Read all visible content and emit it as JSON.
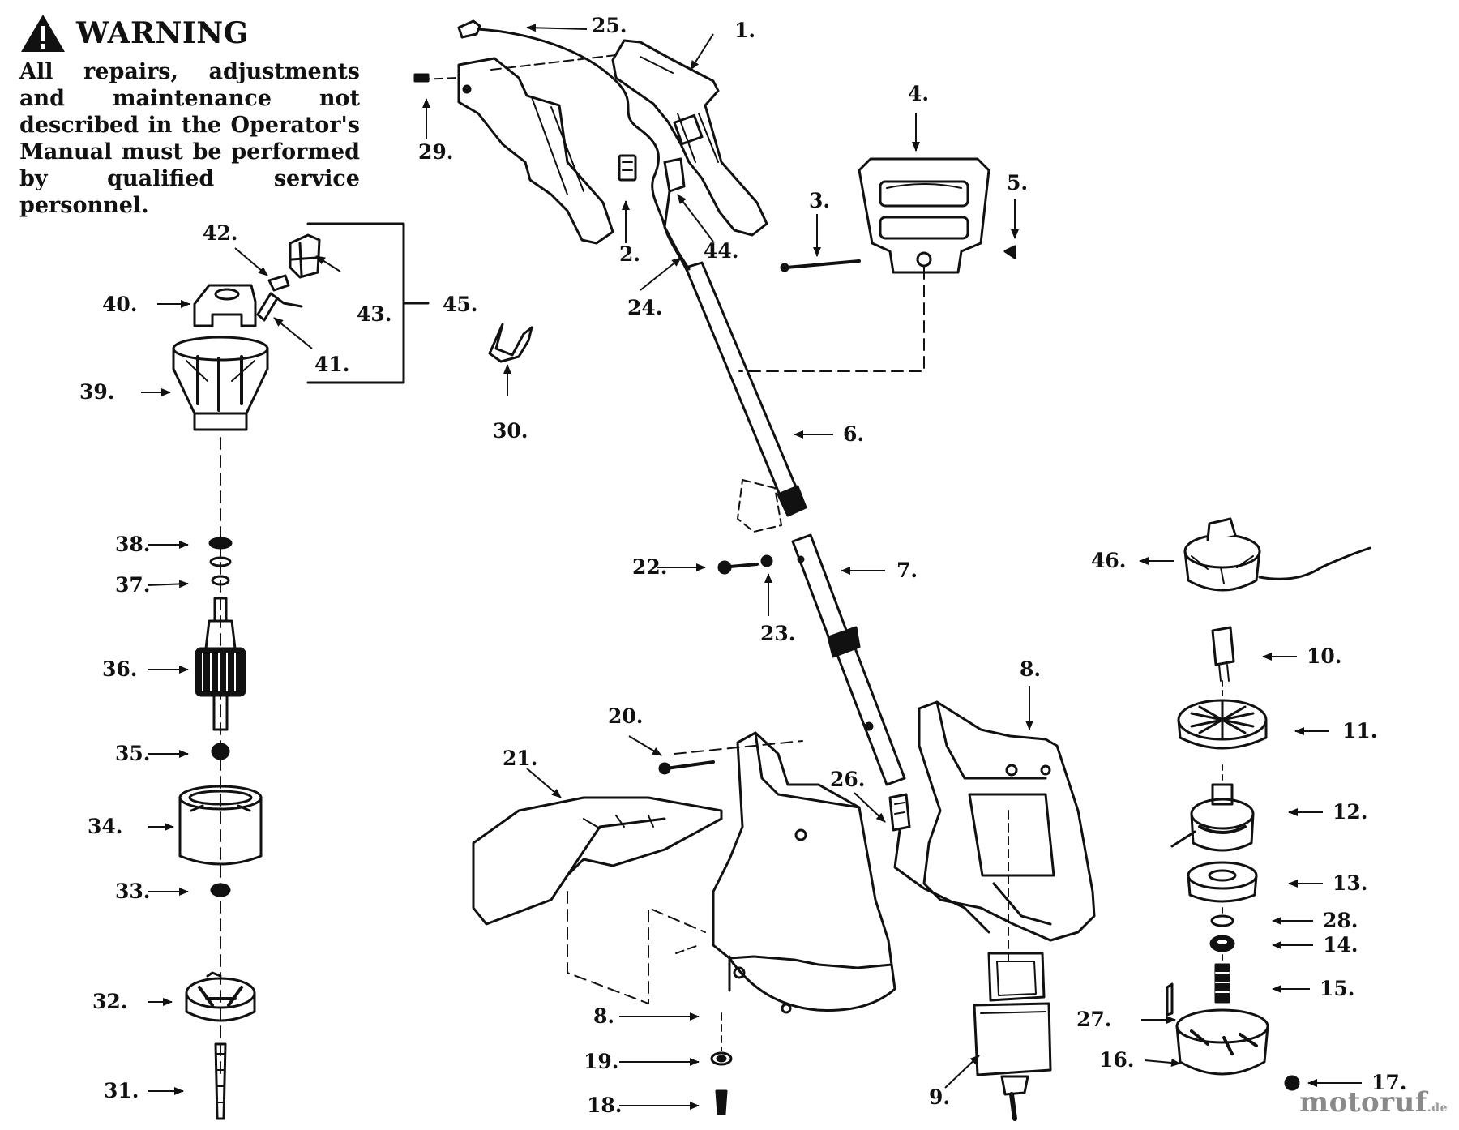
{
  "warning": {
    "title": "WARNING",
    "text": "All repairs, adjustments and maintenance not described in the Operator's Manual must be performed by qualified service personnel."
  },
  "watermark": {
    "main": "motoruf",
    "suffix": ".de"
  },
  "labels": {
    "p1": "1.",
    "p2": "2.",
    "p3": "3.",
    "p4": "4.",
    "p5": "5.",
    "p6": "6.",
    "p7": "7.",
    "p8a": "8.",
    "p8b": "8.",
    "p9": "9.",
    "p10": "10.",
    "p11": "11.",
    "p12": "12.",
    "p13": "13.",
    "p14": "14.",
    "p15": "15.",
    "p16": "16.",
    "p17": "17.",
    "p18": "18.",
    "p19": "19.",
    "p20": "20.",
    "p21": "21.",
    "p22": "22.",
    "p23": "23.",
    "p24": "24.",
    "p25": "25.",
    "p26": "26.",
    "p27": "27.",
    "p28": "28.",
    "p29": "29.",
    "p30": "30.",
    "p31": "31.",
    "p32": "32.",
    "p33": "33.",
    "p34": "34.",
    "p35": "35.",
    "p36": "36.",
    "p37": "37.",
    "p38": "38.",
    "p39": "39.",
    "p40": "40.",
    "p41": "41.",
    "p42": "42.",
    "p43": "43.",
    "p44": "44.",
    "p45": "45.",
    "p46": "46."
  }
}
